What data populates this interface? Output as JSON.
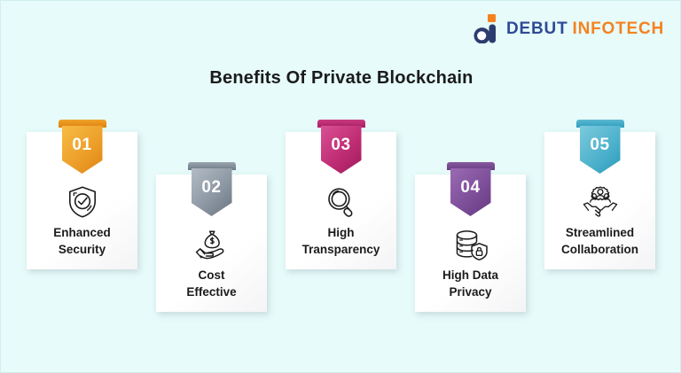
{
  "background_color": "#e6fbfa",
  "brand": {
    "logo_icon": "debut-d-logo-icon",
    "name_primary": "DEBUT",
    "name_secondary": "INFOTECH",
    "primary_color": "#2f4a96",
    "secondary_color": "#f5821f"
  },
  "title": "Benefits Of Private Blockchain",
  "cards": [
    {
      "number": "01",
      "label_line1": "Enhanced",
      "label_line2": "Security",
      "icon": "shield-check-icon",
      "ribbon_color_light": "#f6b840",
      "ribbon_color_dark": "#e2860f",
      "ribbon_top_color": "#e8821a"
    },
    {
      "number": "02",
      "label_line1": "Cost",
      "label_line2": "Effective",
      "icon": "hand-money-bag-icon",
      "ribbon_color_light": "#a9b3bd",
      "ribbon_color_dark": "#6b7884",
      "ribbon_top_color": "#7b8792"
    },
    {
      "number": "03",
      "label_line1": "High",
      "label_line2": "Transparency",
      "icon": "magnifying-glass-icon",
      "ribbon_color_light": "#d4468c",
      "ribbon_color_dark": "#a41f5f",
      "ribbon_top_color": "#b92a6e"
    },
    {
      "number": "04",
      "label_line1": "High Data",
      "label_line2": "Privacy",
      "icon": "database-lock-icon",
      "ribbon_color_light": "#8e5fa8",
      "ribbon_color_dark": "#6a3f86",
      "ribbon_top_color": "#734a8e"
    },
    {
      "number": "05",
      "label_line1": "Streamlined",
      "label_line2": "Collaboration",
      "icon": "handshake-gear-icon",
      "ribbon_color_light": "#6fc4d8",
      "ribbon_color_dark": "#2b9cbb",
      "ribbon_top_color": "#3ba6c2"
    }
  ]
}
